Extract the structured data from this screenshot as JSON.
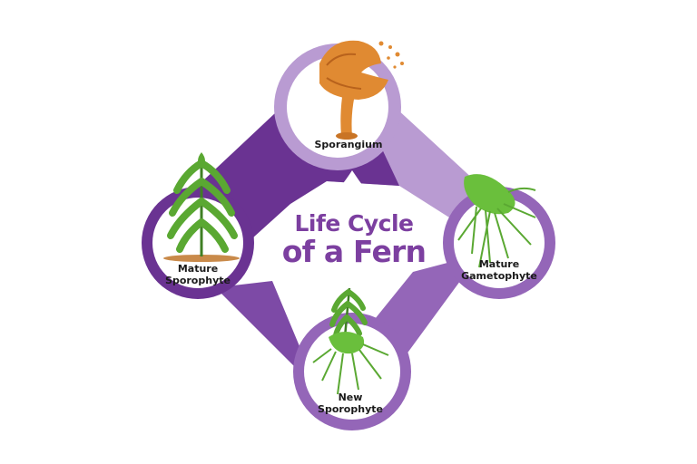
{
  "title": {
    "line1": "Life Cycle",
    "line2": "of a Fern"
  },
  "stages": {
    "sporangium": {
      "line1": "Sporangium"
    },
    "mature_gametophyte": {
      "line1": "Mature",
      "line2": "Gametophyte"
    },
    "new_sporophyte": {
      "line1": "New",
      "line2": "Sporophyte"
    },
    "mature_sporophyte": {
      "line1": "Mature",
      "line2": "Sporophyte"
    }
  },
  "colors": {
    "dark_purple": "#6a3392",
    "mid_purple": "#9466b8",
    "light_purple": "#b99bd2",
    "title_purple": "#7c3fa0",
    "leaf_green": "#6abf3c",
    "sporangium_orange": "#e08a32"
  }
}
